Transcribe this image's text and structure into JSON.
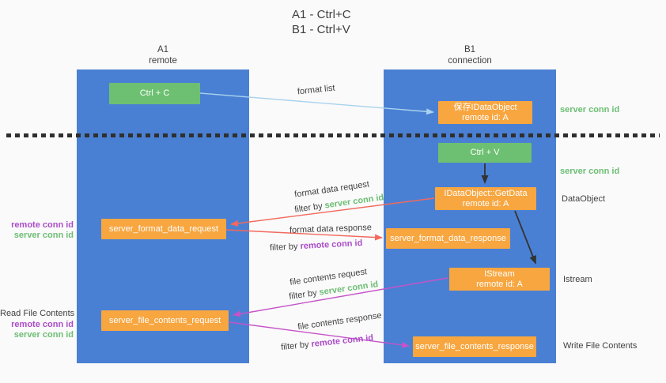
{
  "title": {
    "line1": "A1 - Ctrl+C",
    "line2": "B1 - Ctrl+V"
  },
  "lanes": {
    "a": {
      "name": "A1",
      "subtitle": "remote"
    },
    "b": {
      "name": "B1",
      "subtitle": "connection"
    }
  },
  "boxes": {
    "ctrl_c": {
      "label": "Ctrl + C"
    },
    "save_dataobject": {
      "line1": "保存IDataObject",
      "line2": "remote id: A"
    },
    "ctrl_v": {
      "label": "Ctrl + V"
    },
    "getdata": {
      "line1": "IDataObject::GetData",
      "line2": "remote id: A"
    },
    "format_request": {
      "label": "server_format_data_request"
    },
    "format_response": {
      "label": "server_format_data_response"
    },
    "istream": {
      "line1": "IStream",
      "line2": "remote id: A"
    },
    "file_request": {
      "label": "server_file_contents_request"
    },
    "file_response": {
      "label": "server_file_contents_response"
    }
  },
  "arrows": {
    "format_list": {
      "label": "format list"
    },
    "format_data_request": {
      "label": "format data request",
      "filter_prefix": "filter by",
      "filter_key": "server conn id"
    },
    "format_data_response": {
      "label": "format data response",
      "filter_prefix": "filter by",
      "filter_key": "remote conn id"
    },
    "file_contents_request": {
      "label": "file contents request",
      "filter_prefix": "filter by",
      "filter_key": "server conn id"
    },
    "file_contents_response": {
      "label": "file contents response",
      "filter_prefix": "filter by",
      "filter_key": "remote conn id"
    }
  },
  "side_labels": {
    "right": {
      "server_conn_id_top": "server conn id",
      "server_conn_id_mid": "server conn id",
      "dataobject": "DataObject",
      "istream": "Istream",
      "write_file_contents": "Write File Contents"
    },
    "left": {
      "format_remote_conn_id": "remote conn id",
      "format_server_conn_id": "server conn id",
      "read_file_contents": "Read File Contents",
      "file_remote_conn_id": "remote conn id",
      "file_server_conn_id": "server conn id"
    }
  },
  "colors": {
    "lane_blue": "#4A80D3",
    "box_green": "#6DC072",
    "box_orange": "#F7A640",
    "arrow_blue": "#A8D2EE",
    "arrow_red": "#F2695D",
    "arrow_magenta": "#C653C8",
    "arrow_black": "#333333",
    "text_green": "#6CBE74",
    "text_purple": "#AB4CC8",
    "background": "#FAFAFA"
  }
}
